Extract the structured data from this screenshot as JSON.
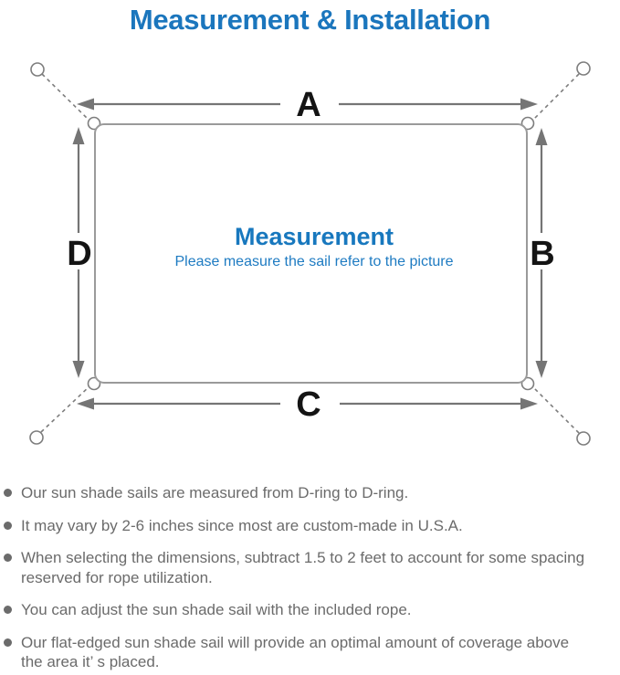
{
  "header": {
    "title": "Measurement & Installation"
  },
  "diagram": {
    "labels": {
      "top": "A",
      "right": "B",
      "bottom": "C",
      "left": "D"
    },
    "center": {
      "heading": "Measurement",
      "subheading": "Please measure the sail refer to the picture"
    },
    "colors": {
      "accent_blue": "#1878be",
      "title_blue": "#1b76bd",
      "line_gray": "#7d7d7d",
      "border_gray": "#9a9a9a",
      "text_gray": "#6b6b6b",
      "label_black": "#141414"
    }
  },
  "bullets": [
    {
      "text": "Our sun shade sails are measured from D-ring to D-ring."
    },
    {
      "text": "It may vary by 2-6 inches since most are custom-made in U.S.A."
    },
    {
      "text": "When selecting the dimensions, subtract 1.5 to 2 feet to account for some spacing\nreserved for rope utilization."
    },
    {
      "text": "You can adjust the sun shade sail with the included rope."
    },
    {
      "text": "Our flat-edged sun shade sail will provide an optimal amount of coverage above\nthe area it’ s placed."
    }
  ]
}
